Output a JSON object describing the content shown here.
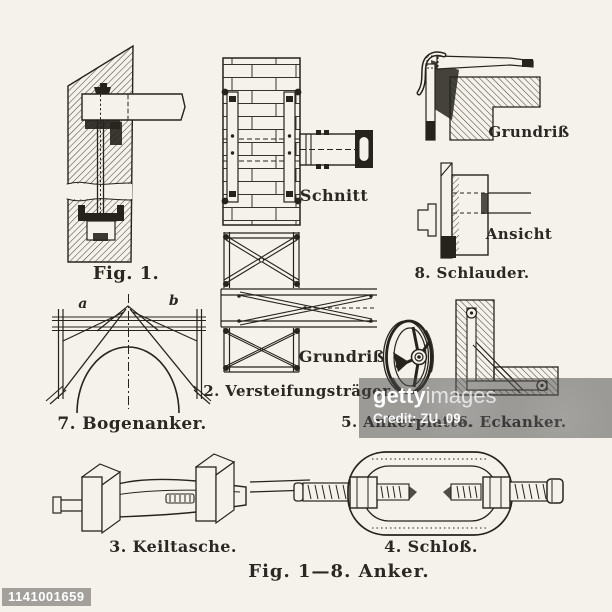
{
  "page": {
    "background_color": "#f5f2ec",
    "ink_color": "#26231d",
    "plate_caption": "Fig. 1—8. Anker."
  },
  "figures": {
    "fig1": {
      "caption": "Fig. 1."
    },
    "schnitt": {
      "caption": "Schnitt"
    },
    "grundriss_beam": {
      "caption": "Grundriß"
    },
    "fig2": {
      "caption": "2. Versteifungsträger."
    },
    "fig7": {
      "caption": "7. Bogenanker.",
      "label_a": "a",
      "label_b": "b"
    },
    "fig8": {
      "caption": "8. Schlauder.",
      "view_plan": "Grundriß",
      "view_elevation": "Ansicht"
    },
    "fig5": {
      "caption": "5. Ankerplatte."
    },
    "fig6": {
      "caption": "6. Eckanker."
    },
    "fig3": {
      "caption": "3. Keiltasche."
    },
    "fig4": {
      "caption": "4. Schloß."
    }
  },
  "watermark": {
    "brand_primary": "getty",
    "brand_secondary": "images",
    "credit": "Credit: ZU_09",
    "asset_id": "1141001659",
    "bar_color": "rgba(72,72,72,0.52)"
  }
}
